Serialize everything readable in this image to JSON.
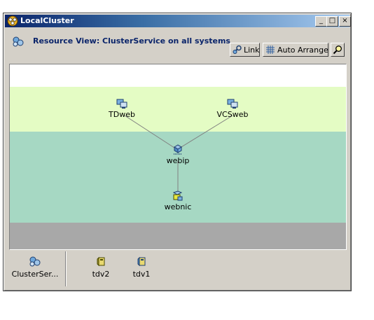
{
  "window": {
    "title": "LocalCluster",
    "min_glyph": "_",
    "max_glyph": "□",
    "close_glyph": "×"
  },
  "header": {
    "title": "Resource View: ClusterService on all systems"
  },
  "toolbar": {
    "link_label": "Link",
    "arrange_label": "Auto Arrange"
  },
  "graph": {
    "nodes": [
      {
        "label": "TDweb",
        "icon": "resource-icon"
      },
      {
        "label": "VCSweb",
        "icon": "resource-icon"
      },
      {
        "label": "webip",
        "icon": "ip-resource-icon"
      },
      {
        "label": "webnic",
        "icon": "nic-resource-icon"
      }
    ]
  },
  "systems": [
    {
      "label": "ClusterSer...",
      "icon": "cluster-service-icon"
    },
    {
      "label": "tdv2",
      "icon": "system-icon"
    },
    {
      "label": "tdv1",
      "icon": "system-icon"
    }
  ],
  "colors": {
    "title_gradient_start": "#0a246a",
    "title_gradient_end": "#a6caf0",
    "band_top": "#ffffff",
    "band_green": "#e4fcc4",
    "band_teal": "#a6d8c3",
    "band_gray": "#a8a8a8"
  }
}
